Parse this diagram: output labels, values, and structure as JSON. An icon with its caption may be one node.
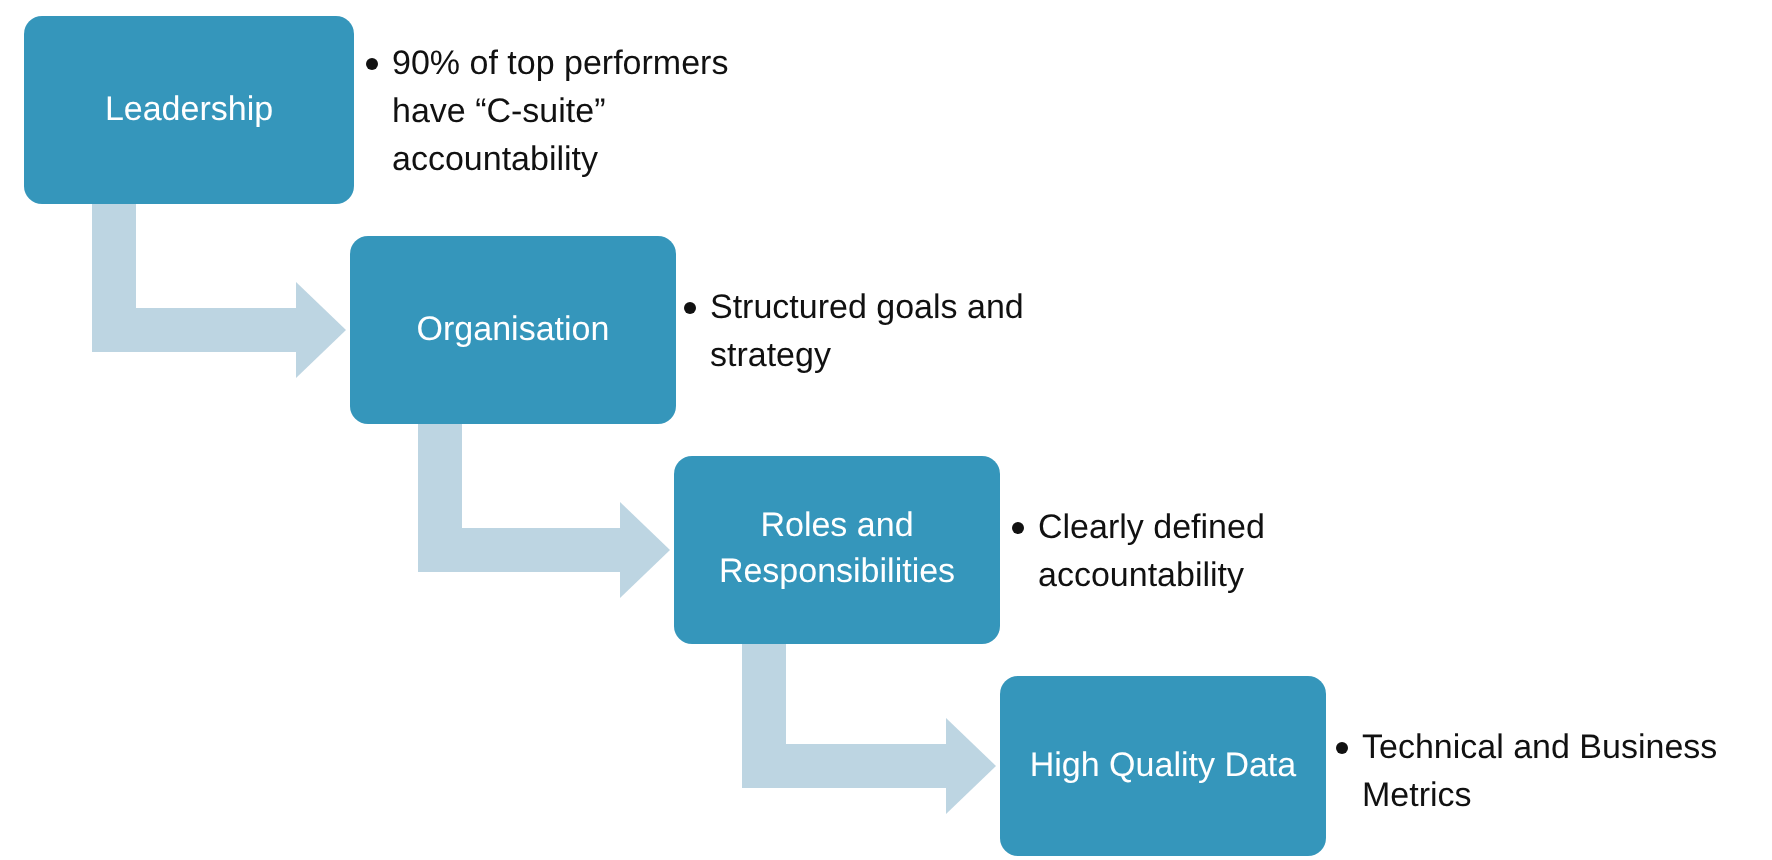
{
  "diagram": {
    "nodes": [
      {
        "text": [
          "Leadership"
        ],
        "beside": [
          "90% of top performers have “C-suite” accountability"
        ]
      },
      {
        "text": [
          "Organisation"
        ],
        "beside": [
          "Structured goals and strategy"
        ]
      },
      {
        "text": [
          "Roles and Responsibilities"
        ],
        "beside": [
          "Clearly defined accountability"
        ]
      },
      {
        "text": [
          "High Quality Data"
        ],
        "beside": [
          "Technical and Business Metrics"
        ]
      }
    ],
    "edges": [
      {
        "from": 0,
        "to": 1,
        "arrow": "to"
      },
      {
        "from": 1,
        "to": 2,
        "arrow": "to"
      },
      {
        "from": 2,
        "to": 3,
        "arrow": "to"
      }
    ]
  }
}
